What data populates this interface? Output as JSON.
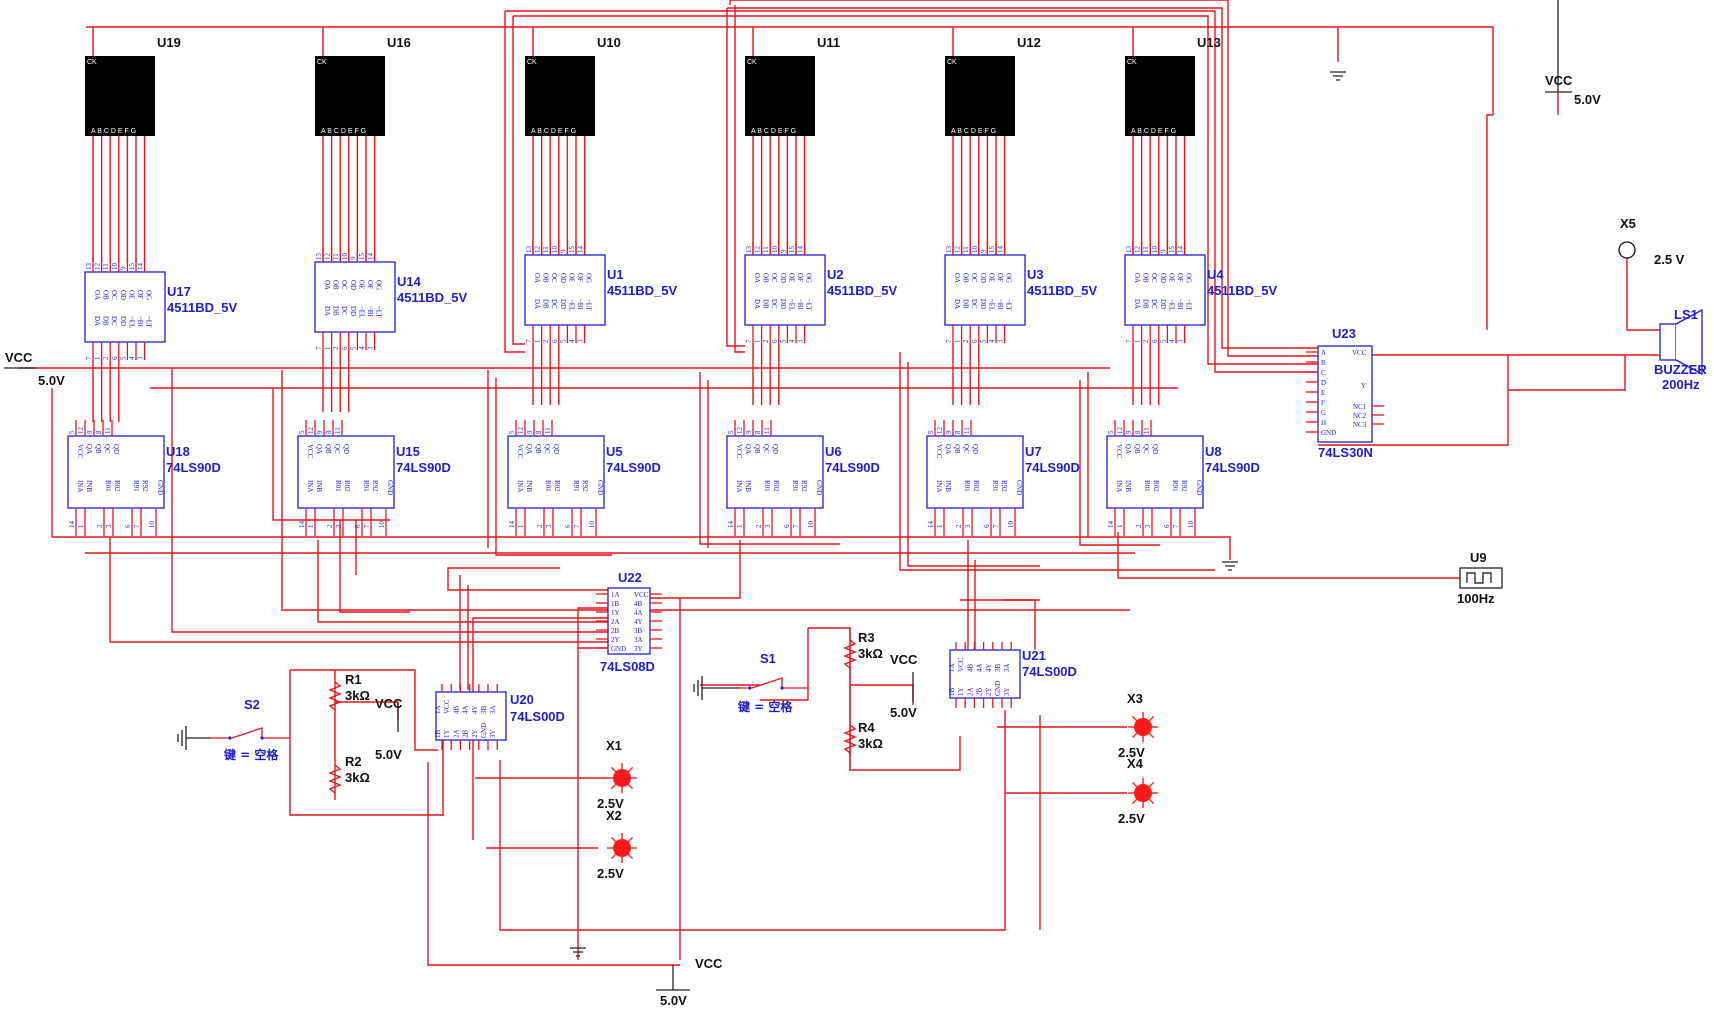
{
  "displays": [
    {
      "ref": "U19",
      "pin_top": "CK",
      "pins_bottom": "A B C D E F G"
    },
    {
      "ref": "U16",
      "pin_top": "CK",
      "pins_bottom": "A B C D E F G"
    },
    {
      "ref": "U10",
      "pin_top": "CK",
      "pins_bottom": "A B C D E F G"
    },
    {
      "ref": "U11",
      "pin_top": "CK",
      "pins_bottom": "A B C D E F G"
    },
    {
      "ref": "U12",
      "pin_top": "CK",
      "pins_bottom": "A B C D E F G"
    },
    {
      "ref": "U13",
      "pin_top": "CK",
      "pins_bottom": "A B C D E F G"
    }
  ],
  "decoders": [
    {
      "ref": "U17",
      "part": "4511BD_5V"
    },
    {
      "ref": "U14",
      "part": "4511BD_5V"
    },
    {
      "ref": "U1",
      "part": "4511BD_5V"
    },
    {
      "ref": "U2",
      "part": "4511BD_5V"
    },
    {
      "ref": "U3",
      "part": "4511BD_5V"
    },
    {
      "ref": "U4",
      "part": "4511BD_5V"
    }
  ],
  "counters": [
    {
      "ref": "U18",
      "part": "74LS90D"
    },
    {
      "ref": "U15",
      "part": "74LS90D"
    },
    {
      "ref": "U5",
      "part": "74LS90D"
    },
    {
      "ref": "U6",
      "part": "74LS90D"
    },
    {
      "ref": "U7",
      "part": "74LS90D"
    },
    {
      "ref": "U8",
      "part": "74LS90D"
    }
  ],
  "gates": {
    "u22": {
      "ref": "U22",
      "part": "74LS08D",
      "left": [
        "1A",
        "1B",
        "1Y",
        "2A",
        "2B",
        "2Y",
        "GND"
      ],
      "right": [
        "VCC",
        "4B",
        "4A",
        "4Y",
        "3B",
        "3A",
        "3Y"
      ]
    },
    "u20": {
      "ref": "U20",
      "part": "74LS00D",
      "top": [
        "1A",
        "VCC",
        "4B",
        "4A",
        "4Y",
        "3B",
        "3A"
      ],
      "bottom": [
        "1B",
        "1Y",
        "2A",
        "2B",
        "2Y",
        "GND",
        "3Y"
      ]
    },
    "u21": {
      "ref": "U21",
      "part": "74LS00D",
      "top": [
        "1A",
        "VCC",
        "4B",
        "4A",
        "4Y",
        "3B",
        "3A"
      ],
      "bottom": [
        "1B",
        "1Y",
        "2A",
        "2B",
        "2Y",
        "GND",
        "3Y"
      ]
    },
    "u23": {
      "ref": "U23",
      "part": "74LS30N",
      "left": [
        "A",
        "B",
        "C",
        "D",
        "E",
        "F",
        "G",
        "H",
        "GND"
      ],
      "right_vcc": "VCC",
      "right_y": "Y",
      "right_nc": [
        "NC1",
        "NC2",
        "NC3"
      ]
    }
  },
  "u9": {
    "ref": "U9",
    "freq": "100Hz"
  },
  "buzzer": {
    "ref": "LS1",
    "name": "BUZZER",
    "freq": "200Hz"
  },
  "probes": [
    {
      "ref": "X1",
      "volt": "2.5V"
    },
    {
      "ref": "X2",
      "volt": "2.5V"
    },
    {
      "ref": "X3",
      "volt": "2.5V"
    },
    {
      "ref": "X4",
      "volt": "2.5V"
    }
  ],
  "probe_x5": {
    "ref": "X5",
    "volt": "2.5 V"
  },
  "resistors": [
    {
      "ref": "R1",
      "val": "3kΩ"
    },
    {
      "ref": "R2",
      "val": "3kΩ"
    },
    {
      "ref": "R3",
      "val": "3kΩ"
    },
    {
      "ref": "R4",
      "val": "3kΩ"
    }
  ],
  "switches": [
    {
      "ref": "S2",
      "key": "键 = 空格"
    },
    {
      "ref": "S1",
      "key": "键 = 空格"
    }
  ],
  "vcc": {
    "name": "VCC",
    "volt": "5.0V"
  },
  "pin_numbers": {
    "dec_top": [
      "13",
      "12",
      "11",
      "10",
      "9",
      "15",
      "14"
    ],
    "dec_bot": [
      "7",
      "1",
      "2",
      "6",
      "5",
      "4",
      "3"
    ],
    "cnt_top": [
      "5",
      "12",
      "9",
      "8",
      "11"
    ],
    "cnt_bot": [
      "14",
      "1",
      "2",
      "3",
      "6",
      "7",
      "10"
    ]
  },
  "pin_labels": {
    "dec_top": [
      "OA",
      "OB",
      "OC",
      "OD",
      "OE",
      "OF",
      "OG"
    ],
    "dec_bot": [
      "DA",
      "DB",
      "DC",
      "DD",
      "~EL",
      "~BI",
      "~LT"
    ],
    "cnt_top": [
      "VCC",
      "QA",
      "QB",
      "QC",
      "QD"
    ],
    "cnt_bot": [
      "INA",
      "INB",
      "R01",
      "R02",
      "R91",
      "R92",
      "GND"
    ]
  }
}
